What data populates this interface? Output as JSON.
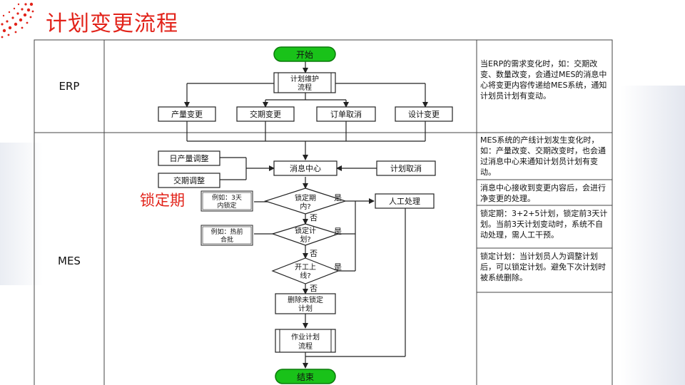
{
  "title": "计划变更流程",
  "lanes": {
    "erp": "ERP",
    "mes": "MES"
  },
  "nodes": {
    "start": "开始",
    "plan_maint_1": "计划维护",
    "plan_maint_2": "流程",
    "qty_change": "产量变更",
    "date_change": "交期变更",
    "order_cancel": "订单取消",
    "design_change": "设计变更",
    "daily_adjust": "日产量调整",
    "date_adjust": "交期调整",
    "msg_center": "消息中心",
    "plan_cancel": "计划取消",
    "d1_1": "锁定期",
    "d1_2": "内?",
    "d2_1": "锁定计",
    "d2_2": "划?",
    "d3_1": "开工上",
    "d3_2": "线?",
    "manual": "人工处理",
    "delete_1": "删除未锁定",
    "delete_2": "计划",
    "job_1": "作业计划",
    "job_2": "流程",
    "end": "结束"
  },
  "edge_labels": {
    "yes": "是",
    "no": "否"
  },
  "comments": {
    "c1_1": "例如：3天",
    "c1_2": "内锁定",
    "c2_1": "例如：热前",
    "c2_2": "合批"
  },
  "callout": "锁定期",
  "notes": {
    "n1": "当ERP的需求变化时，如：交期改变、数量改变，会通过MES的消息中心将变更内容传递给MES系统，通知计划员计划有变动。",
    "n2": "MES系统的产线计划发生变化时，如：产量改变、交期改变时，也会通过消息中心来通知计划员计划有变动。",
    "n3": "消息中心接收到变更内容后，会进行净变更的处理。",
    "n4": "锁定期：3+2+5计划，锁定前3天计划。当前3天计划变动时，系统不自动处理，需人工干预。",
    "n5": "锁定计划：当计划员人为调整计划后，可以锁定计划。避免下次计划时被系统删除。"
  },
  "colors": {
    "title": "#e2231a",
    "start_end_fill": "#19c219",
    "start_end_stroke": "#0a7a0a",
    "line": "#222222"
  }
}
